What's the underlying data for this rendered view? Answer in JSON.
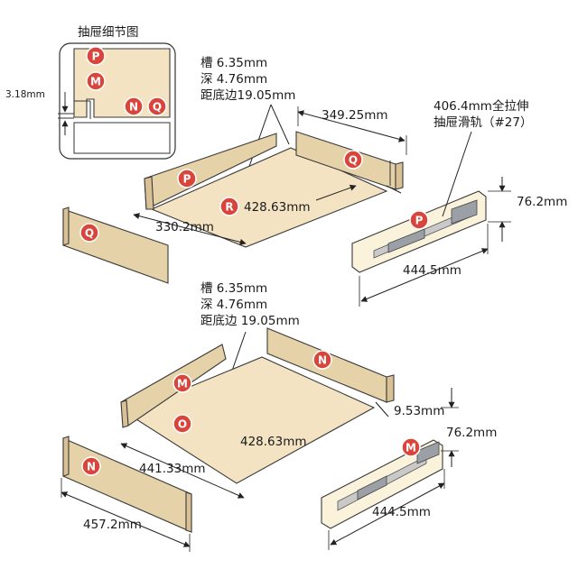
{
  "detail": {
    "title": "抽屉细节图",
    "dim": "3.18mm"
  },
  "badges": {
    "P": "P",
    "M": "M",
    "N": "N",
    "Q": "Q",
    "R": "R",
    "O": "O"
  },
  "top": {
    "groove_line1": "槽 6.35mm",
    "groove_line2": "深 4.76mm",
    "groove_line3": "距底边19.05mm",
    "back_width": "349.25mm",
    "bottom_depth": "428.63mm",
    "front_width": "330.2mm",
    "slide_line1": "406.4mm全拉伸",
    "slide_line2": "抽屉滑轨（#27）",
    "slide_height": "76.2mm",
    "slide_length": "444.5mm"
  },
  "bottom": {
    "groove_line1": "槽 6.35mm",
    "groove_line2": "深 4.76mm",
    "groove_line3": "距底边 19.05mm",
    "gap": "9.53mm",
    "slide_height": "76.2mm",
    "bottom_depth": "428.63mm",
    "bottom_width": "441.33mm",
    "slide_length": "444.5mm",
    "front_width": "457.2mm"
  }
}
